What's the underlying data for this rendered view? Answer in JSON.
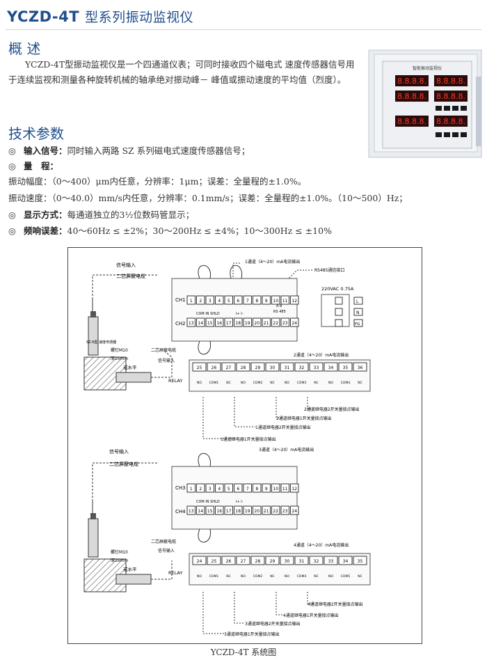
{
  "title": {
    "model": "YCZD-4T",
    "name": "型系列振动监视仪"
  },
  "overview": {
    "heading": "概 述",
    "text": "YCZD-4T型振动监视仪是一个四通道仪表；可同时接收四个磁电式 速度传感器信号用于连续监视和测量各种旋转机械的轴承绝对振动峰－ 峰值或振动速度的平均值（烈度）。"
  },
  "device_photo": {
    "panel_title": "智能振动监视仪",
    "top_display": "8.8.8.8.",
    "bottom_display": "8.8.8.8."
  },
  "specs": {
    "heading": "技术参数",
    "bullet_icon": "◎",
    "input_label": "输入信号：",
    "input_value": "同时输入两路 SZ 系列磁电式速度传感器信号；",
    "range_label": "量　程：",
    "amp_text": "振动幅度：（0～400）μm内任意，分辨率：1μm；误差：全量程的±1.0%。",
    "vel_text": "振动速度：（0～40.0）mm/s内任意，分辨率：0.1mm/s；误差：全量程的±1.0%。（10～500）Hz；",
    "display_label": "显示方式：",
    "display_value": "每通道独立的3½位数码管显示；",
    "freq_label": "频响误差：",
    "freq_value": "40～60Hz ≤ ±2%；30～200Hz ≤ ±4%；10～300Hz ≤ ±10%"
  },
  "diagram": {
    "signal_input": "信号输入",
    "shielded_cable": "二芯屏蔽电缆",
    "nut": "螺钉M10",
    "nut_depth": "深16mm",
    "or_horizontal": "或水平",
    "sensor_name": "SZ-6型\n速度传感器",
    "out1": "1通道（4～20）mA电流输出",
    "out2": "2通道（4～20）mA电流输出",
    "out3": "3通道（4～20）mA电流输出",
    "out4": "4通道（4～20）mA电流输出",
    "rs485": "RS485通信接口",
    "power": "220VAC  0.75A",
    "ch1": "CH1",
    "ch2": "CH2",
    "ch3": "CH3",
    "ch4": "CH4",
    "relay": "RELAY",
    "term_labels": "COM  IN  SHLD",
    "pm_labels": "I+   I-",
    "ab_labels": "A  B",
    "rs485_small": "RS 485",
    "L": "L",
    "N": "N",
    "FG": "FG",
    "top_row_terms": [
      "1",
      "2",
      "3",
      "4",
      "5",
      "6",
      "7",
      "8",
      "9",
      "10",
      "11",
      "12"
    ],
    "ch2_terms": [
      "13",
      "14",
      "15",
      "16",
      "17",
      "18",
      "19",
      "20",
      "21",
      "22",
      "23",
      "24"
    ],
    "relay_top_terms": [
      "25",
      "26",
      "27",
      "28",
      "29",
      "30",
      "31",
      "32",
      "33",
      "34",
      "35",
      "36"
    ],
    "relay_top_labels": [
      "NO",
      "COM1",
      "NC",
      "NO",
      "COM2",
      "NC",
      "NO",
      "COM3",
      "NC",
      "NO",
      "COM4",
      "NC"
    ],
    "relay_bot_terms": [
      "24",
      "25",
      "26",
      "27",
      "28",
      "29",
      "30",
      "31",
      "32",
      "33",
      "34",
      "35"
    ],
    "relay_bot_labels": [
      "NO",
      "COM1",
      "NC",
      "NO",
      "COM2",
      "NC",
      "NO",
      "COM4",
      "NC",
      "NO",
      "COM5",
      "NC"
    ],
    "relay1": "1通道继电器1开关量接点输出",
    "relay1b": "1通道继电器2开关量接点输出",
    "relay2a": "2通道继电器1开关量接点输出",
    "relay2b": "2通道继电器2开关量接点输出",
    "relay3a": "3通道继电器1开关量接点输出",
    "relay3b": "3通道继电器2开关量接点输出",
    "relay4a": "4通道继电器1开关量接点输出",
    "relay4b": "4通道继电器2开关量接点输出"
  },
  "caption": "YCZD-4T 系统图"
}
